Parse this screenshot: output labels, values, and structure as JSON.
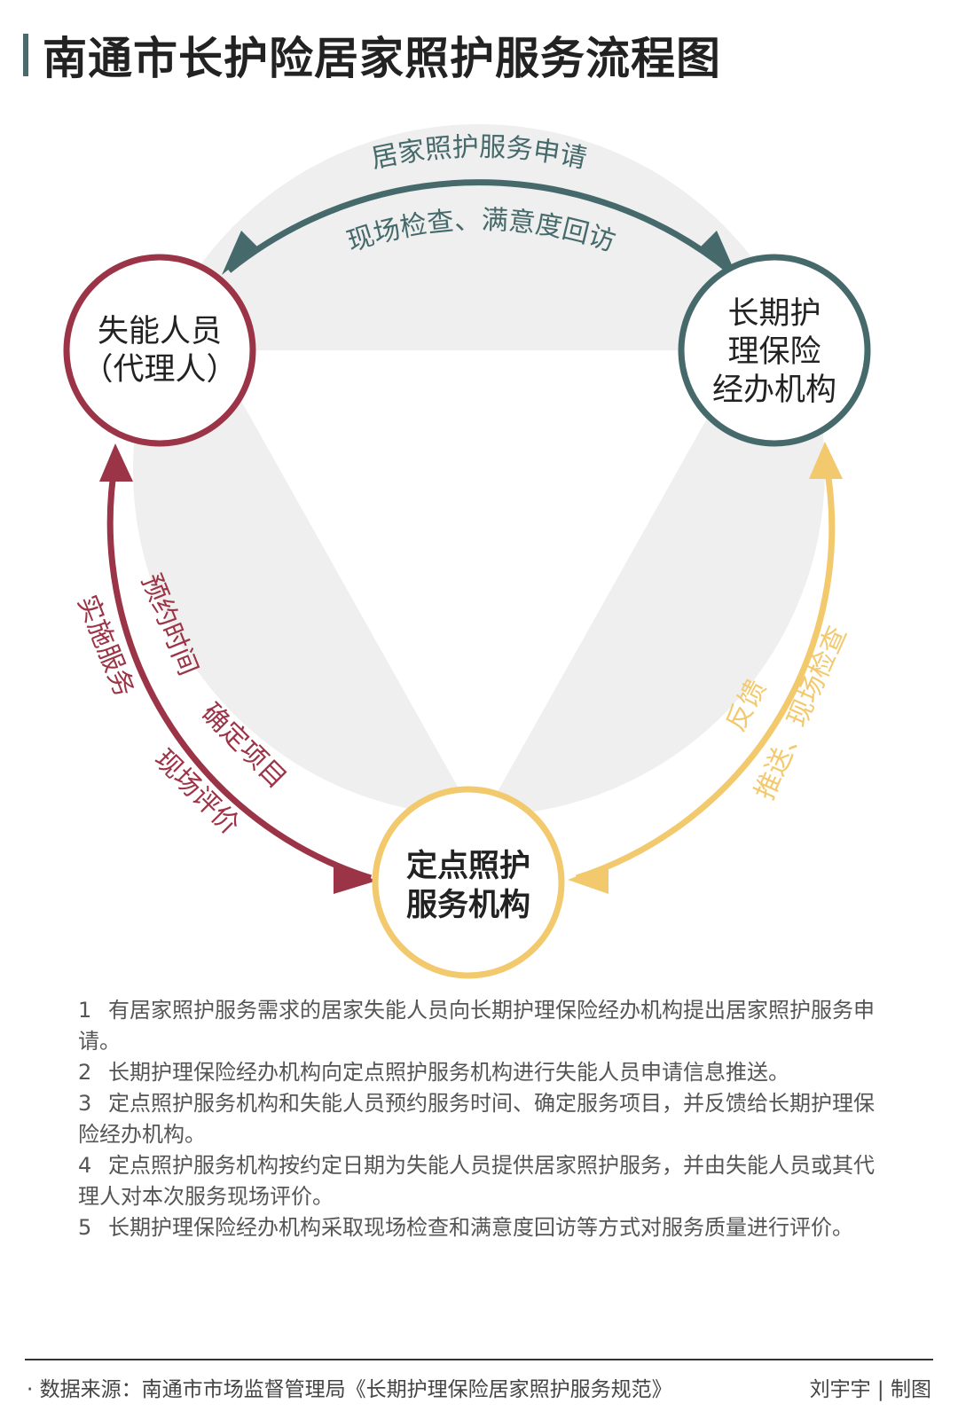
{
  "title": "南通市长护险居家照护服务流程图",
  "nodes": {
    "disabled": {
      "lines": [
        "失能人员",
        "（代理人）"
      ],
      "color": "#9b3446"
    },
    "insurance": {
      "lines": [
        "长期护",
        "理保险",
        "经办机构"
      ],
      "color": "#466a6b"
    },
    "care": {
      "lines": [
        "定点照护",
        "服务机构"
      ],
      "color": "#f2c96d"
    }
  },
  "arcs": {
    "top": {
      "color": "#466a6b",
      "outer_label": "居家照护服务申请",
      "inner_label": "现场检查、满意度回访"
    },
    "right": {
      "color": "#f2c96d",
      "outer_label": "推送、现场检查",
      "inner_label": "反馈"
    },
    "left": {
      "color": "#9b3446",
      "outer_label_1": "实施服务",
      "outer_label_2": "现场评价",
      "inner_label_1": "预约时间",
      "inner_label_2": "确定项目"
    }
  },
  "notes": [
    {
      "num": "1",
      "text": "有居家照护服务需求的居家失能人员向长期护理保险经办机构提出居家照护服务申请。"
    },
    {
      "num": "2",
      "text": "长期护理保险经办机构向定点照护服务机构进行失能人员申请信息推送。"
    },
    {
      "num": "3",
      "text": "定点照护服务机构和失能人员预约服务时间、确定服务项目，并反馈给长期护理保险经办机构。"
    },
    {
      "num": "4",
      "text": "定点照护服务机构按约定日期为失能人员提供居家照护服务，并由失能人员或其代理人对本次服务现场评价。"
    },
    {
      "num": "5",
      "text": "长期护理保险经办机构采取现场检查和满意度回访等方式对服务质量进行评价。"
    }
  ],
  "footer": {
    "source": "· 数据来源：南通市市场监督管理局《长期护理保险居家照护服务规范》",
    "credit": "刘宇宇 | 制图"
  }
}
